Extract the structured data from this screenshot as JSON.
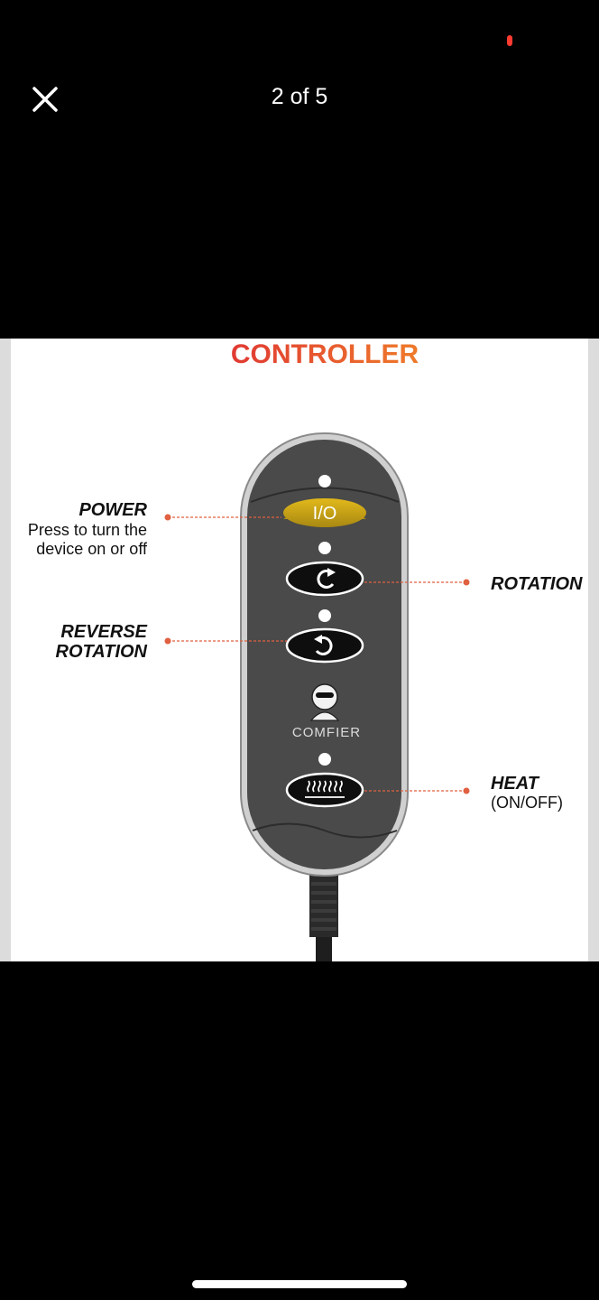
{
  "viewer": {
    "counter": "2 of 5",
    "close_icon": "close-icon",
    "status_dot_color": "#ff3b30"
  },
  "image": {
    "title": "CONTROLLER",
    "title_color": "#e0442e",
    "brand": "COMFIER",
    "buttons": {
      "power": "I/O",
      "rotation_icon": "rotate-clockwise-icon",
      "reverse_icon": "rotate-counterclockwise-icon",
      "heat_icon": "heat-waves-icon"
    },
    "labels": {
      "power_title": "POWER",
      "power_desc_line1": "Press to turn the",
      "power_desc_line2": "device on or off",
      "rotation": "ROTATION",
      "reverse_line1": "REVERSE",
      "reverse_line2": "ROTATION",
      "heat_title": "HEAT",
      "heat_desc": "(ON/OFF)"
    },
    "colors": {
      "power_button": "#c9a316",
      "remote_body": "#4a4a4a",
      "leader_line": "#e06040"
    }
  }
}
